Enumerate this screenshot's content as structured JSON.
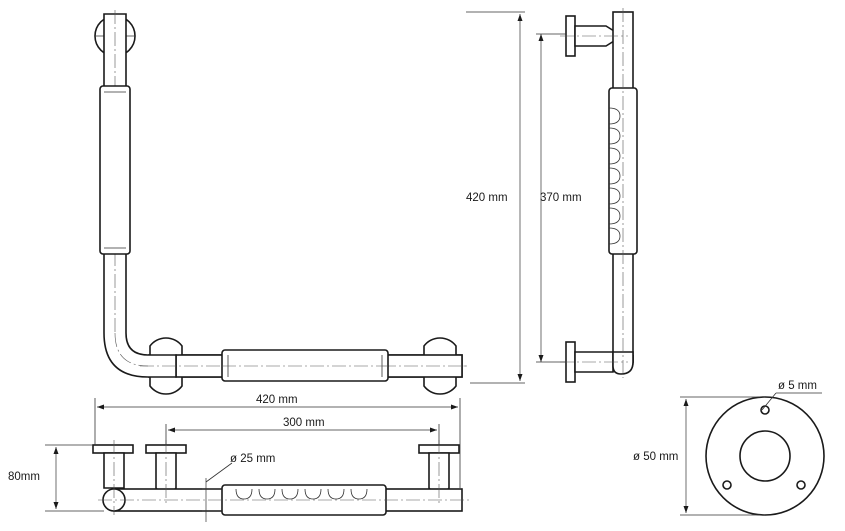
{
  "dimensions": {
    "front_height": "420 mm",
    "side_height": "420 mm",
    "side_inner_height": "370 mm",
    "bottom_width": "420 mm",
    "bottom_inner_width": "300 mm",
    "bottom_depth": "80mm",
    "tube_diameter": "ø 25 mm",
    "plate_diameter": "ø 50 mm",
    "hole_diameter": "ø 5 mm"
  },
  "colors": {
    "line": "#1a1a1a",
    "background": "#ffffff"
  }
}
